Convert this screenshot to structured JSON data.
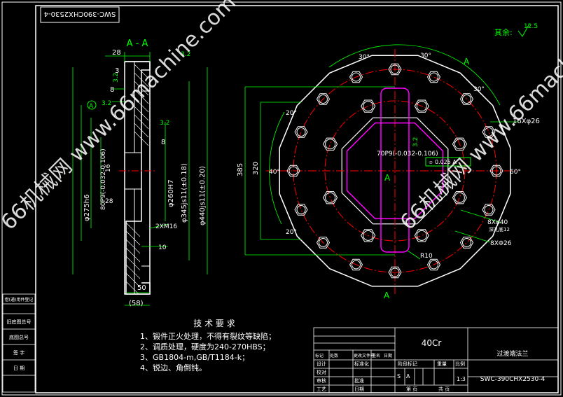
{
  "title_stamp": "SWC-390CHX2530-4",
  "section_label": "A - A",
  "surface_note": {
    "prefix": "其余:",
    "value": "12.5"
  },
  "watermark": "66机械网 www.66machine.com",
  "section_dims": {
    "d28": "28",
    "d3": "3",
    "d8a": "8",
    "d8b": "8",
    "d16": "16",
    "d50": "50",
    "d58": "(58)",
    "d10": "10",
    "d2xm16": "2XM16",
    "d28h": "28",
    "dia275": "φ275h6",
    "dia80": "80P9(-0.032-0.106)",
    "dia260": "φ260H7",
    "dia345": "φ345js11(±0.18)",
    "dia440": "φ440js11(±0.20)",
    "r32a": "3.2",
    "r32b": "3.2",
    "r32c": "3.2",
    "r32d": "3.2",
    "datumA": "A"
  },
  "plan_dims": {
    "ang30a": "30°",
    "ang30b": "30°",
    "ang30c": "30°",
    "ang20a": "20°",
    "ang20b": "20°",
    "ang40": "40°",
    "ang60": "60°",
    "holes16": "16Xφ26",
    "holes8m": "8Xφ40",
    "holes8m_note": "深孔底12",
    "holes8": "8XΦ26",
    "r10": "R10",
    "h385": "385",
    "h320": "320",
    "key70": "70P9(-0.032-0.106)",
    "tol": "⌯ 0.025 A",
    "secA_top": "A",
    "secA_bot": "A",
    "secA_mid": "A",
    "rough32": "3.2"
  },
  "notes": {
    "heading": "技 术 要 求",
    "items": [
      "1、锻件正火处理，不得有裂纹等缺陷；",
      "2、调质处理，硬度为240-270HBS；",
      "3、GB1804-m,GB/T1184-k；",
      "4、锐边、角倒钝。"
    ]
  },
  "title_block": {
    "material": "40Cr",
    "part_name": "过渡端法兰",
    "drawing_no": "SWC-390CHX2530-4",
    "scale": "1:3",
    "stage": "S",
    "stage2": "A",
    "hdr1": "标记",
    "hdr2": "处数",
    "hdr3": "更改文件号",
    "hdr4": "签名",
    "hdr5": "日期",
    "role1": "设计",
    "role2": "校对",
    "role3": "审核",
    "role4": "工艺",
    "std": "标准化",
    "approve": "批准",
    "date": "日期",
    "stage_lbl": "阶段标记",
    "weight_lbl": "重量",
    "scale_lbl": "比例",
    "sheet": "第  页",
    "sheets": "共  页"
  },
  "side_block": [
    "借(通)用件登记",
    "旧底图总号",
    "底图总号",
    "签 字",
    "日 期"
  ],
  "colors": {
    "outline": "#ffffff",
    "dimension": "#00ff00",
    "center": "#ff0000",
    "keyway": "#ff00ff",
    "text": "#ffffff"
  }
}
